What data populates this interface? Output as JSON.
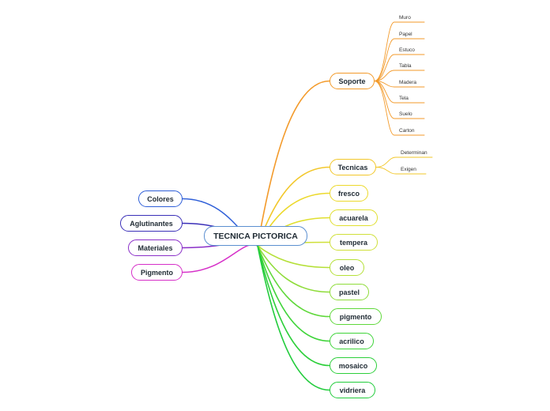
{
  "central": {
    "label": "TECNICA PICTORICA",
    "color": "#5b8fd0"
  },
  "left_branches": [
    {
      "label": "Colores",
      "color": "#2f5fd8"
    },
    {
      "label": "Aglutinantes",
      "color": "#3a2fb8"
    },
    {
      "label": "Materiales",
      "color": "#8a2fc8"
    },
    {
      "label": "Pigmento",
      "color": "#d62fc8"
    }
  ],
  "right_branches": [
    {
      "label": "Soporte",
      "color": "#f39a2a",
      "children": [
        "Muro",
        "Papel",
        "Estuco",
        "Tabla",
        "Madera",
        "Tela",
        "Suelo",
        "Carton"
      ]
    },
    {
      "label": "Tecnicas",
      "color": "#f2c72a",
      "children": [
        "Determinan",
        "Exigen"
      ]
    },
    {
      "label": "fresco",
      "color": "#ecd92c",
      "children": []
    },
    {
      "label": "acuarela",
      "color": "#e0df2e",
      "children": []
    },
    {
      "label": "tempera",
      "color": "#cfe03a",
      "children": []
    },
    {
      "label": "oleo",
      "color": "#b5e038",
      "children": []
    },
    {
      "label": "pastel",
      "color": "#8fdc3a",
      "children": []
    },
    {
      "label": "pigmento",
      "color": "#5fd83a",
      "children": []
    },
    {
      "label": "acrilico",
      "color": "#3fd43a",
      "children": []
    },
    {
      "label": "mosaico",
      "color": "#2ccf3a",
      "children": []
    },
    {
      "label": "vidriera",
      "color": "#22cc3c",
      "children": []
    }
  ]
}
